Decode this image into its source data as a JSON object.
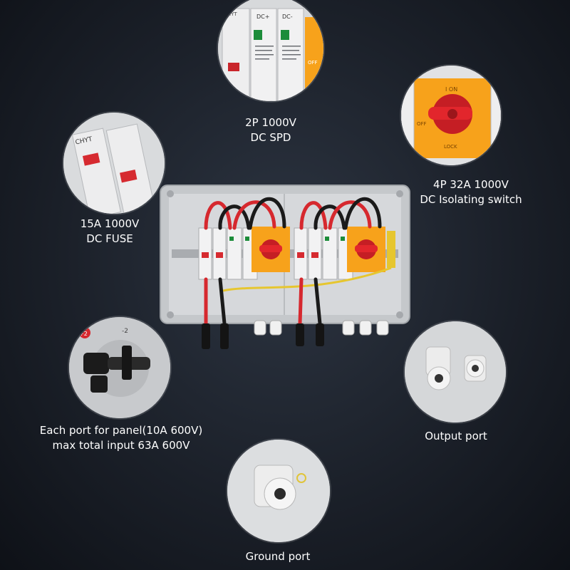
{
  "callouts": {
    "spd": {
      "line1": "2P 1000V",
      "line2": "DC SPD"
    },
    "isolator": {
      "line1": "4P 32A 1000V",
      "line2": "DC Isolating switch"
    },
    "fuse": {
      "line1": "15A 1000V",
      "line2": "DC FUSE"
    },
    "input": {
      "line1": "Each port for panel(10A 600V)",
      "line2": "max total input 63A 600V"
    },
    "output": {
      "line1": "Output port"
    },
    "ground": {
      "line1": "Ground port"
    }
  },
  "device_text": {
    "brand": "CHYT",
    "spd_pos": "DC+",
    "spd_neg": "DC-",
    "switch_on": "I ON",
    "switch_off": "OFF",
    "switch_lock": "LOCK",
    "port_pos": "+2",
    "port_neg": "-2"
  },
  "colors": {
    "background": "#1b2029",
    "enclosure": "#cfd2d5",
    "orange": "#f7a21b",
    "red_knob": "#d8242a",
    "cable_red": "#d6282e",
    "cable_black": "#1a1a1a",
    "label_text": "#ffffff"
  }
}
